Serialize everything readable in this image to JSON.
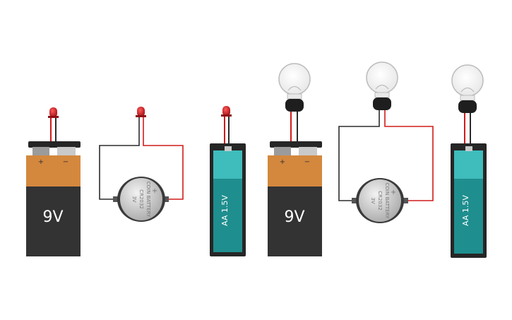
{
  "components": {
    "nine_volt_label": "9V",
    "plus_sign": "+",
    "minus_sign": "−",
    "aa_label": "AA 1.5V",
    "coin_cell_text": "COIN BATTERY",
    "coin_cell_model": "CR2032",
    "coin_cell_voltage": "3V",
    "coin_cell_plus": "+"
  },
  "colors": {
    "wire_red": "#d21a1a",
    "wire_black": "#2b2b2b",
    "led_red": "#c0191e",
    "battery_copper": "#d4883e",
    "battery_body": "#333333",
    "aa_teal": "#3fbcbc",
    "aa_teal_dark": "#1f8e8e",
    "coin_silver": "#cfcfcf"
  },
  "circuits": [
    {
      "source": "9V battery",
      "load": "LED"
    },
    {
      "source": "coin cell",
      "load": "LED"
    },
    {
      "source": "AA battery",
      "load": "LED"
    },
    {
      "source": "9V battery",
      "load": "incandescent bulb"
    },
    {
      "source": "coin cell",
      "load": "incandescent bulb"
    },
    {
      "source": "AA battery",
      "load": "incandescent bulb"
    }
  ]
}
